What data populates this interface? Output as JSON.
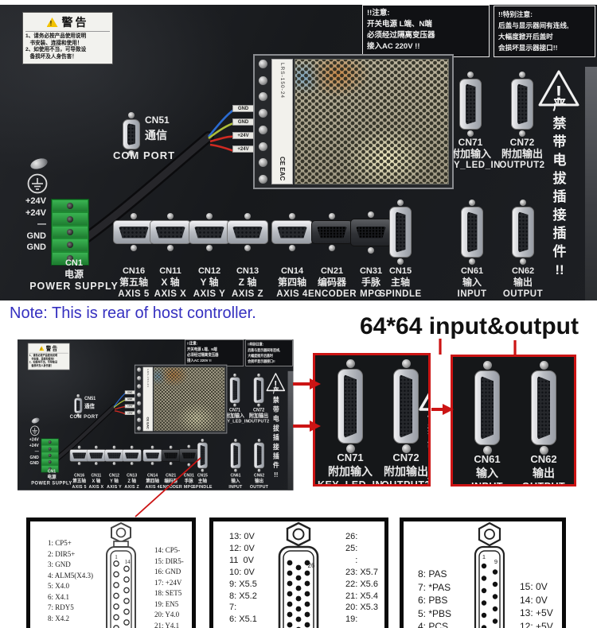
{
  "note": "Note: This is rear of host controller.",
  "heading": "64*64 input&output",
  "colors": {
    "accent_red": "#cc1414",
    "note_blue": "#3530c0",
    "panel_black": "#1a1c1f"
  },
  "warning_label": {
    "title": "警告",
    "lines": [
      "1、请务必按产品使用说明",
      "   书安装、连接和使用！",
      "2、如使用不当，可导致设",
      "   备损坏及人身伤害！"
    ]
  },
  "notice_power": {
    "lines": [
      "!!注意:",
      "开关电源 L端、N端",
      "必须经过隔离变压器",
      "接入AC 220V !!"
    ]
  },
  "notice_cover": {
    "lines": [
      "!!特别注意:",
      "后盖与显示器间有连线,",
      "大幅度掀开后盖时",
      "会损坏显示器接口!!"
    ]
  },
  "no_hotplug": {
    "chars": [
      "严",
      "禁",
      "带",
      "电",
      "拔",
      "插",
      "接",
      "插",
      "件",
      "!!"
    ]
  },
  "psu": {
    "model": "LRS-150-24",
    "marks": "CE EAC",
    "wire_tags": [
      "GND",
      "GND",
      "+24V",
      "+24V"
    ]
  },
  "cn51": {
    "id": "CN51",
    "cn": "通信",
    "en": "COM PORT"
  },
  "cn71": {
    "id": "CN71",
    "cn": "附加输入",
    "en": "KEY_LED_IN"
  },
  "cn72": {
    "id": "CN72",
    "cn": "附加输出",
    "en": "OUTPUT2"
  },
  "cn1": {
    "id": "CN1",
    "cn": "电源",
    "en": "POWER SUPPLY",
    "terminals": [
      "+24V",
      "+24V",
      "—",
      "GND",
      "GND"
    ]
  },
  "axis_row": [
    {
      "id": "CN16",
      "cn": "第五轴",
      "en": "AXIS 5"
    },
    {
      "id": "CN11",
      "cn": "X 轴",
      "en": "AXIS X"
    },
    {
      "id": "CN12",
      "cn": "Y 轴",
      "en": "AXIS Y"
    },
    {
      "id": "CN13",
      "cn": "Z 轴",
      "en": "AXIS Z"
    },
    {
      "id": "CN14",
      "cn": "第四轴",
      "en": "AXIS 4"
    },
    {
      "id": "CN21",
      "cn": "编码器",
      "en": "ENCODER"
    },
    {
      "id": "CN31",
      "cn": "手脉",
      "en": "MPG"
    },
    {
      "id": "CN15",
      "cn": "主轴",
      "en": "SPINDLE"
    }
  ],
  "io_row": [
    {
      "id": "CN61",
      "cn": "输入",
      "en": "INPUT"
    },
    {
      "id": "CN62",
      "cn": "输出",
      "en": "OUTPUT"
    }
  ],
  "pinout1": {
    "left": [
      "1: CP5+",
      "2: DIR5+",
      "3: GND",
      "4: ALM5(X4.3)",
      "5: X4.0",
      "6: X4.1",
      "7: RDY5",
      "8: X4.2"
    ],
    "right": [
      "14: CP5-",
      "15: DIR5-",
      "16: GND",
      "17: +24V",
      "18: SET5",
      "19: EN5",
      "20: Y4.0",
      "21: Y4.1"
    ],
    "marks": {
      "first_left": "1",
      "first_right": "14"
    }
  },
  "pinout2": {
    "left": [
      "13: 0V",
      "12: 0V",
      "11  0V",
      "10: 0V",
      "9: X5.5",
      "8: X5.2",
      "7:",
      "6: X5.1"
    ],
    "right": [
      "26:",
      "25:",
      "    :",
      "23: X5.7",
      "22: X5.6",
      "21: X5.4",
      "20: X5.3",
      "19:"
    ],
    "marks": {
      "top_right": "26"
    }
  },
  "pinout3": {
    "left": [
      "8: PAS",
      "7: *PAS",
      "6: PBS",
      "5: *PBS",
      "4: PCS"
    ],
    "right": [
      "15: 0V",
      "14: 0V",
      "13: +5V",
      "12: +5V"
    ],
    "marks": {
      "first_left": "1",
      "first_right": "9"
    }
  }
}
